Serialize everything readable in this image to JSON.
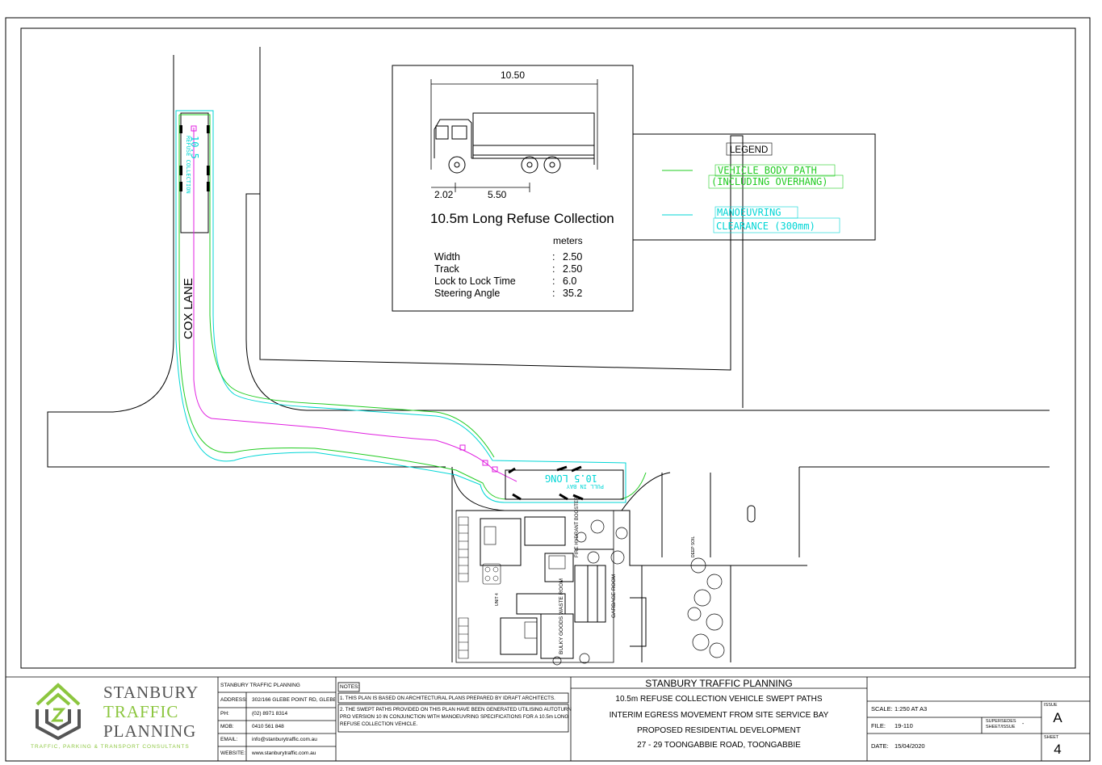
{
  "vehicle_box": {
    "overall_length": "10.50",
    "front_overhang": "2.02",
    "wheelbase": "5.50",
    "title": "10.5m Long Refuse Collection",
    "units": "meters",
    "specs": [
      {
        "label": "Width",
        "value": "2.50"
      },
      {
        "label": "Track",
        "value": "2.50"
      },
      {
        "label": "Lock to Lock Time",
        "value": "6.0"
      },
      {
        "label": "Steering Angle",
        "value": "35.2"
      }
    ]
  },
  "legend": {
    "title": "LEGEND",
    "items": [
      {
        "line1": "VEHICLE BODY PATH",
        "line2": "(INCLUDING OVERHANG)",
        "color": "#22cc22"
      },
      {
        "line1": "MANOEUVRING",
        "line2": "CLEARANCE (300mm)",
        "color": "#00d6d6"
      }
    ]
  },
  "plan": {
    "street_label": "COX LANE",
    "vehicle_label_top": "10.5",
    "refuse_label_top": "REFUSE COLLECTION",
    "vehicle_label_bay": "10.5 LONG",
    "refuse_label_bay": "PULL IN BAY",
    "room_labels": {
      "fire": "FIRE HYDRANT BOOSTER",
      "garbage": "GARBAGE ROOM",
      "bulky": "BULKY GOODS WASTE ROOM",
      "unit": "UNIT 4",
      "deep": "DEEP SOIL"
    }
  },
  "title_block": {
    "logo_line1": "STANBURY",
    "logo_line2": "TRAFFIC",
    "logo_line3": "PLANNING",
    "logo_tagline": "TRAFFIC, PARKING & TRANSPORT CONSULTANTS",
    "company": "STANBURY TRAFFIC PLANNING",
    "address_label": "ADDRESS:",
    "address": "302/166 GLEBE POINT RD, GLEBE",
    "ph_label": "PH:",
    "ph": "(02) 8971 8314",
    "mob_label": "MOB:",
    "mob": "0410 561 848",
    "email_label": "EMAIL:",
    "email": "info@stanburytraffic.com.au",
    "website_label": "WEBSITE:",
    "website": "www.stanburytraffic.com.au",
    "notes_label": "NOTES:",
    "note1": "1. THIS PLAN IS BASED ON ARCHITECTURAL PLANS PREPARED BY IDRAFT ARCHITECTS.",
    "note2_l1": "2. THE SWEPT PATHS PROVIDED ON THIS PLAN HAVE BEEN GENERATED UTILISING AUTOTURN",
    "note2_l2": "PRO VERSION 10 IN CONJUNCTION WITH MANOEUVRING SPECIFICATIONS FOR A 10.5m LONG",
    "note2_l3": "REFUSE COLLECTION VEHICLE.",
    "heading": "STANBURY TRAFFIC PLANNING",
    "line1": "10.5m REFUSE COLLECTION VEHICLE SWEPT PATHS",
    "line2": "INTERIM EGRESS MOVEMENT FROM SITE SERVICE BAY",
    "line3": "PROPOSED RESIDENTIAL DEVELOPMENT",
    "line4": "27 - 29 TOONGABBIE ROAD, TOONGABBIE",
    "scale_label": "SCALE:",
    "scale": "1:250 AT A3",
    "file_label": "FILE:",
    "file": "19-110",
    "date_label": "DATE:",
    "date": "15/04/2020",
    "supersedes_l1": "SUPERSEDES",
    "supersedes_l2": "SHEET/ISSUE",
    "supersedes_val": "-",
    "issue_label": "ISSUE",
    "issue": "A",
    "sheet_label": "SHEET",
    "sheet": "4"
  }
}
